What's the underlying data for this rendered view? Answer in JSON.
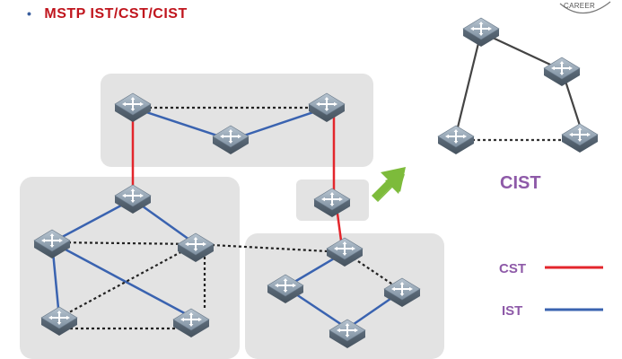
{
  "title": {
    "bullet": "•",
    "text": "MSTP  IST/CST/CIST"
  },
  "logo": {
    "text": "CAREER"
  },
  "labels": {
    "cist": "CIST",
    "cst": "CST",
    "ist": "IST"
  },
  "colors": {
    "cst_line": "#e3262c",
    "ist_line": "#3a63b0",
    "dotted_line": "#222222",
    "region_fill": "#e3e3e3",
    "arrow": "#7dbb3b",
    "label": "#8e5aa8",
    "title": "#c0151d"
  },
  "icons": {
    "switch": "layer3-switch-icon",
    "arrow": "arrow-up-right-icon"
  }
}
